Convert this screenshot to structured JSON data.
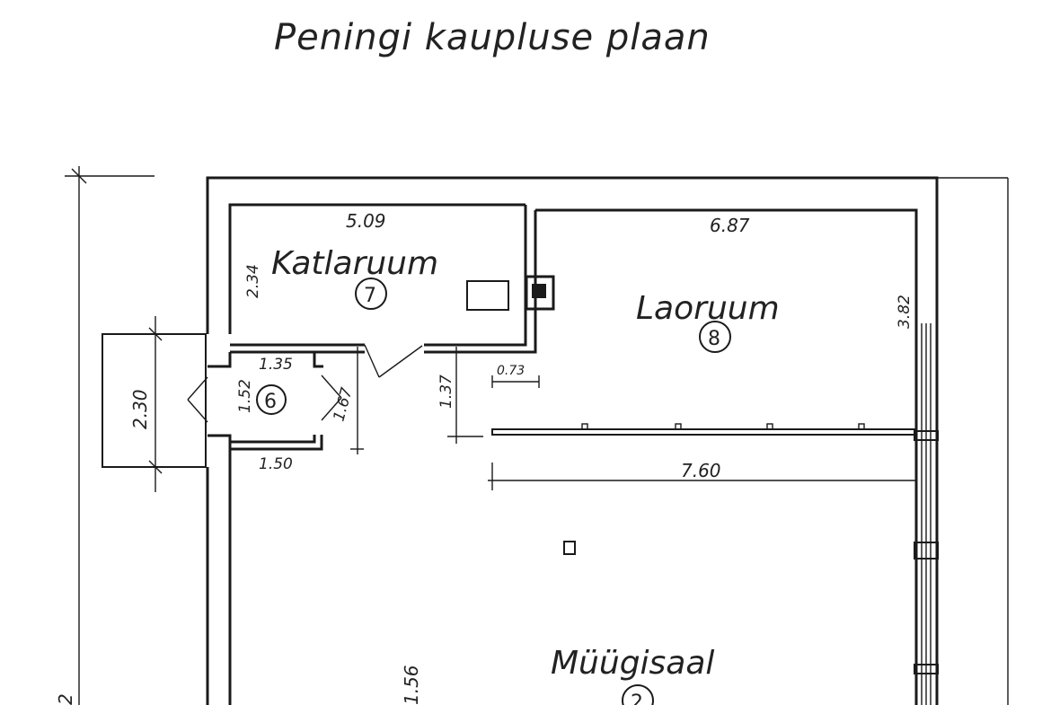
{
  "title": "Peningi kaupluse plaan",
  "rooms": [
    {
      "name": "Katlaruum",
      "number": "7"
    },
    {
      "name": "Laoruum",
      "number": "8"
    },
    {
      "name": "Müügisaal",
      "number": "2"
    },
    {
      "number": "6"
    }
  ],
  "dimensions": [
    "5.09",
    "6.87",
    "2.34",
    "3.82",
    "1.35",
    "1.52",
    "1.67",
    "1.37",
    "0.73",
    "2.30",
    "1.50",
    "7.60",
    "1.56",
    "2"
  ],
  "colors": {
    "ink": "#1a1a1a",
    "paper": "#ffffff"
  }
}
